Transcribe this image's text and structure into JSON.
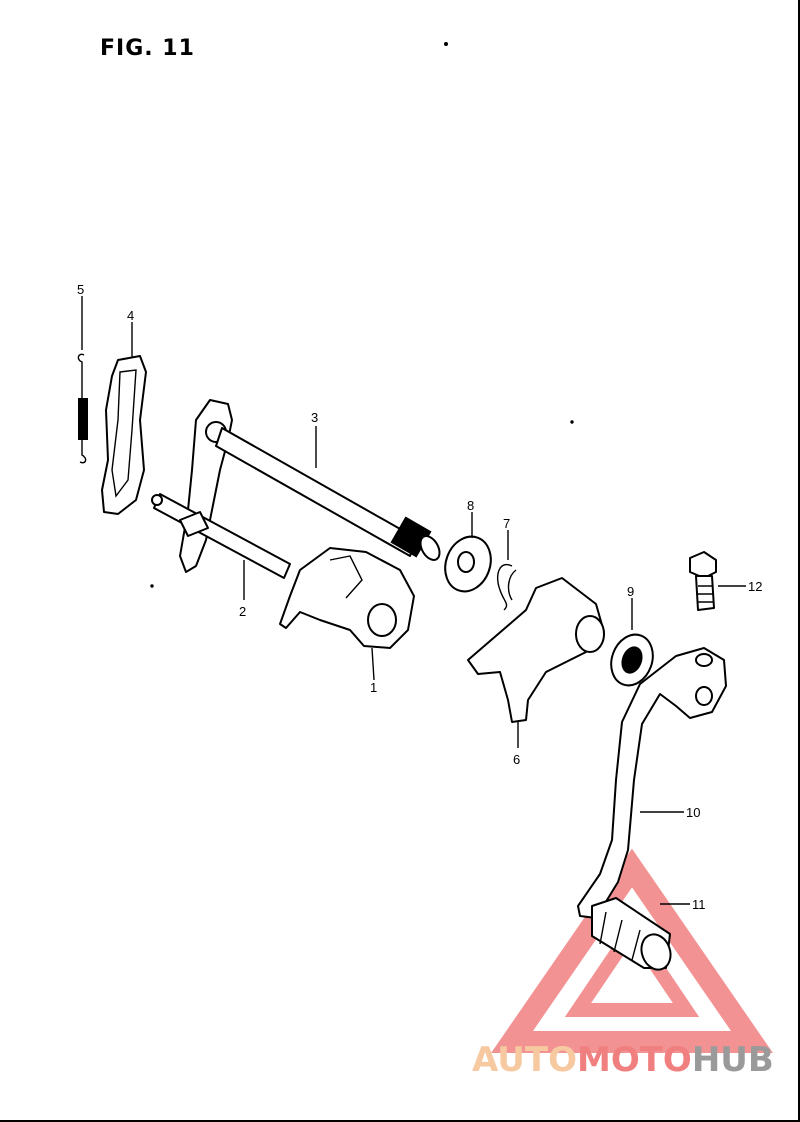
{
  "figure": {
    "title": "FIG. 11"
  },
  "callouts": [
    {
      "id": "1",
      "label": "1"
    },
    {
      "id": "2",
      "label": "2"
    },
    {
      "id": "3",
      "label": "3"
    },
    {
      "id": "4",
      "label": "4"
    },
    {
      "id": "5",
      "label": "5"
    },
    {
      "id": "6",
      "label": "6"
    },
    {
      "id": "7",
      "label": "7"
    },
    {
      "id": "8",
      "label": "8"
    },
    {
      "id": "9",
      "label": "9"
    },
    {
      "id": "10",
      "label": "10"
    },
    {
      "id": "11",
      "label": "11"
    },
    {
      "id": "12",
      "label": "12"
    }
  ],
  "watermark": {
    "part1": "AUTO",
    "part2": "MOTO",
    "part3": "HUB",
    "colors": {
      "part1": "#f6c9a0",
      "part2": "#f08080",
      "part3": "#9a9a9a",
      "triangle": "#f08080"
    }
  }
}
